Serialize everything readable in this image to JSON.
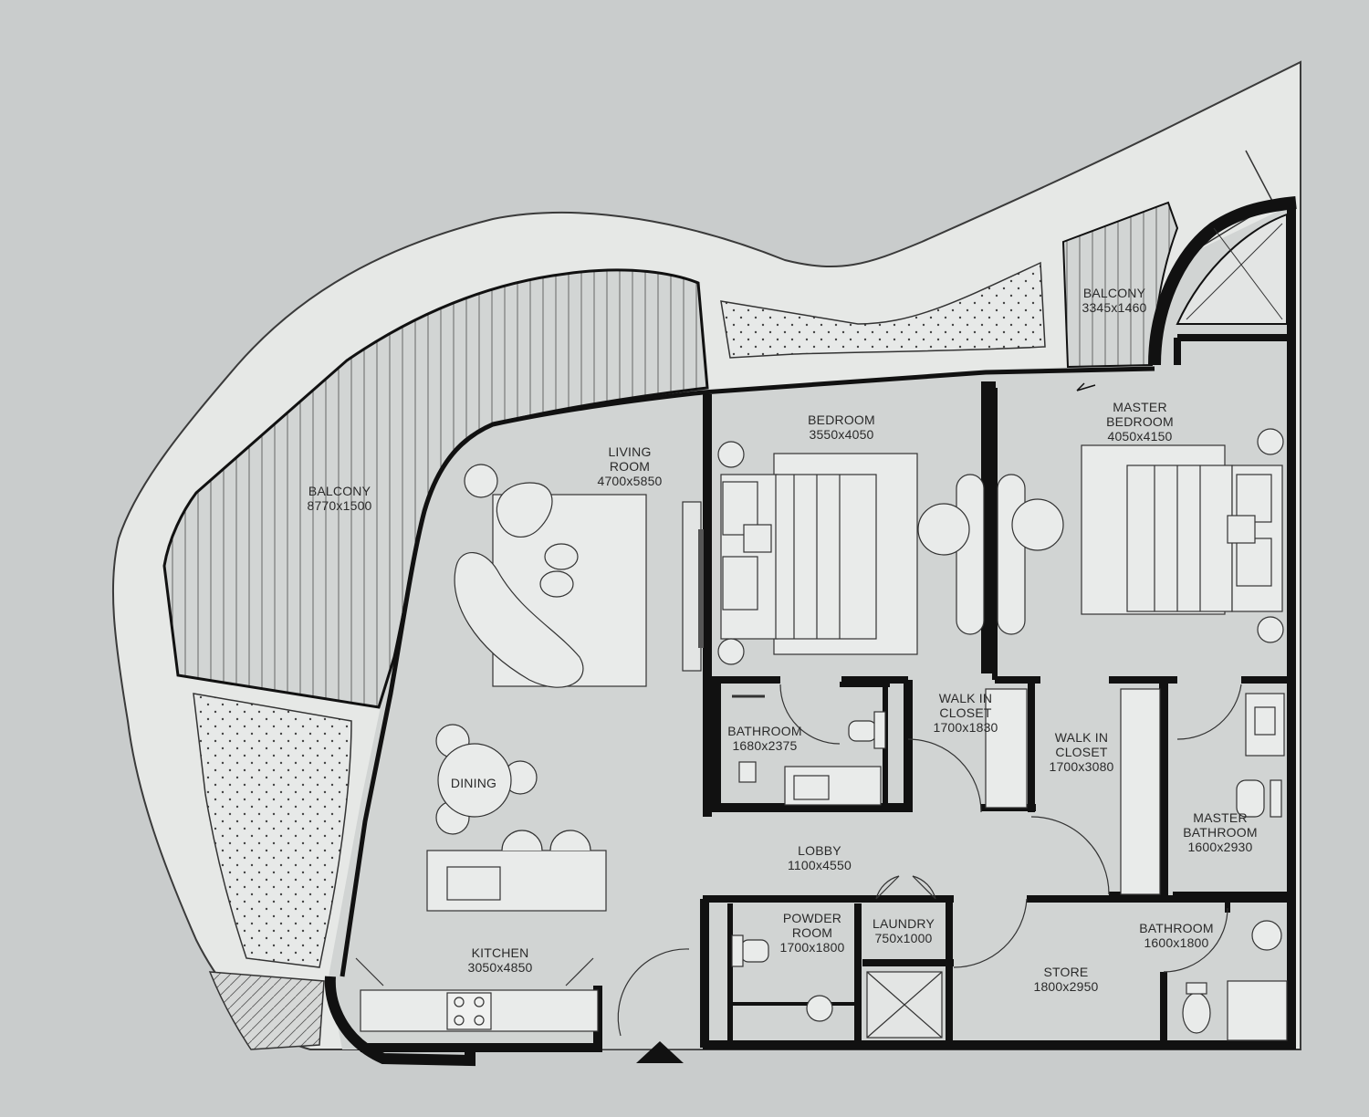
{
  "colors": {
    "background": "#c9cccc",
    "facade": "#e6e8e6",
    "floor": "#d1d4d3",
    "wall": "#0c0c0c",
    "furniture": "#e9ebea",
    "line": "#3a3a3a"
  },
  "rooms": {
    "balcony_main": {
      "name": "BALCONY",
      "size": "8770x1500"
    },
    "balcony_master": {
      "name": "BALCONY",
      "size": "3345x1460"
    },
    "living_room": {
      "name_line1": "LIVING",
      "name_line2": "ROOM",
      "size": "4700x5850"
    },
    "bedroom": {
      "name": "BEDROOM",
      "size": "3550x4050"
    },
    "master_bedroom": {
      "name_line1": "MASTER",
      "name_line2": "BEDROOM",
      "size": "4050x4150"
    },
    "bathroom_bedroom": {
      "name": "BATHROOM",
      "size": "1680x2375"
    },
    "walk_in_closet_1": {
      "name_line1": "WALK IN",
      "name_line2": "CLOSET",
      "size": "1700x1830"
    },
    "walk_in_closet_2": {
      "name_line1": "WALK IN",
      "name_line2": "CLOSET",
      "size": "1700x3080"
    },
    "master_bathroom": {
      "name_line1": "MASTER",
      "name_line2": "BATHROOM",
      "size": "1600x2930"
    },
    "dining": {
      "name": "DINING"
    },
    "lobby": {
      "name": "LOBBY",
      "size": "1100x4550"
    },
    "powder_room": {
      "name_line1": "POWDER",
      "name_line2": "ROOM",
      "size": "1700x1800"
    },
    "laundry": {
      "name": "LAUNDRY",
      "size": "750x1000"
    },
    "kitchen": {
      "name": "KITCHEN",
      "size": "3050x4850"
    },
    "store": {
      "name": "STORE",
      "size": "1800x2950"
    },
    "bathroom_store": {
      "name": "BATHROOM",
      "size": "1600x1800"
    }
  }
}
